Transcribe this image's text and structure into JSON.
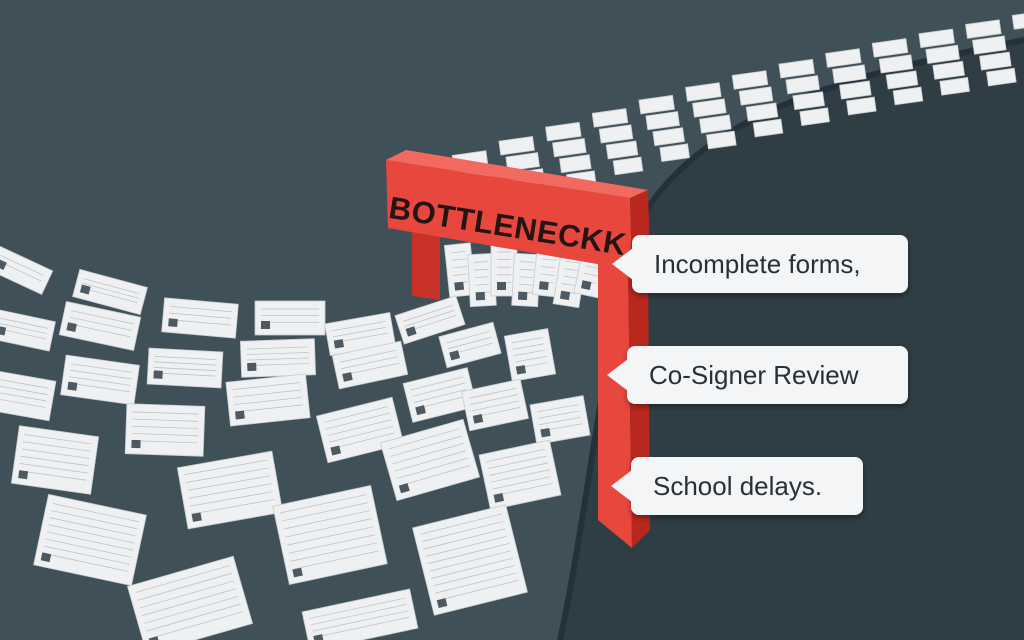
{
  "gate": {
    "label": "BOTTLENECKK",
    "color": "#e8473e",
    "dark_color": "#c2302a"
  },
  "callouts": [
    {
      "text": "Incomplete forms,"
    },
    {
      "text": "Co-Signer Review"
    },
    {
      "text": "School delays."
    }
  ],
  "colors": {
    "background": "#3f5059",
    "track": "#2f3d45",
    "paper": "#eef0f2",
    "callout": "#f4f5f6"
  }
}
